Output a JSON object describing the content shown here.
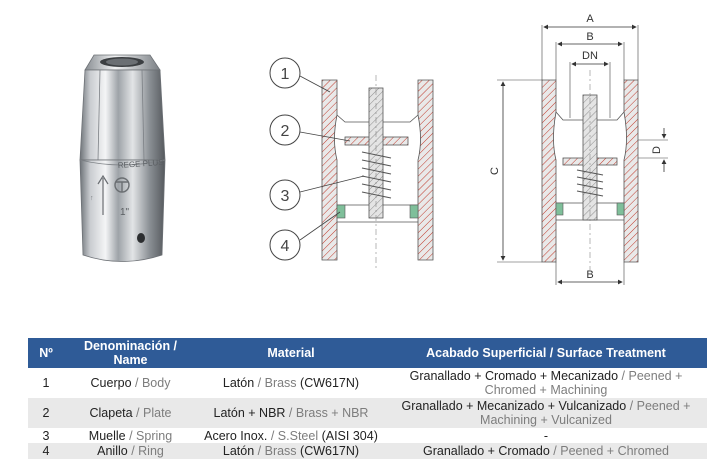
{
  "photo": {
    "brand_text": "REGE PLUS",
    "size_text": "1\""
  },
  "callouts": [
    "1",
    "2",
    "3",
    "4"
  ],
  "dimensions": {
    "A": "A",
    "B_top": "B",
    "DN": "DN",
    "C": "C",
    "D": "D",
    "B_bottom": "B"
  },
  "table": {
    "headers": {
      "num": "Nº",
      "denom_line1": "Denominación /",
      "denom_line2": "Name",
      "material": "Material",
      "finish": "Acabado Superficial / Surface Treatment"
    },
    "rows": [
      {
        "num": "1",
        "name_es": "Cuerpo",
        "name_sep": " / ",
        "name_en": "Body",
        "mat_es": "Latón",
        "mat_sep": " / ",
        "mat_en": "Brass",
        "mat_code": " (CW617N)",
        "fin_line1_es": "Granallado + Cromado + Mecanizado",
        "fin_line1_en": " / Peened +",
        "fin_line2_en": "Chromed + Machining"
      },
      {
        "num": "2",
        "name_es": "Clapeta",
        "name_sep": " / ",
        "name_en": "Plate",
        "mat_es": "Latón + NBR",
        "mat_sep": " / ",
        "mat_en": "Brass + NBR",
        "mat_code": "",
        "fin_line1_es": "Granallado + Mecanizado + Vulcanizado",
        "fin_line1_en": " / Peened +",
        "fin_line2_en": "Machining + Vulcanized"
      },
      {
        "num": "3",
        "name_es": "Muelle",
        "name_sep": " / ",
        "name_en": "Spring",
        "mat_es": "Acero Inox.",
        "mat_sep": " / ",
        "mat_en": "S.Steel",
        "mat_code": " (AISI 304)",
        "fin_text": "-"
      },
      {
        "num": "4",
        "name_es": "Anillo",
        "name_sep": " / ",
        "name_en": "Ring",
        "mat_es": "Latón",
        "mat_sep": " / ",
        "mat_en": "Brass",
        "mat_code": " (CW617N)",
        "fin_es": "Granallado + Cromado",
        "fin_en": " / Peened + Chromed"
      }
    ]
  },
  "colors": {
    "header_bg": "#2f5b97",
    "row_alt": "#e9e9e9",
    "english_text": "#7d7d7d",
    "section_hatch": "#c0392b"
  }
}
